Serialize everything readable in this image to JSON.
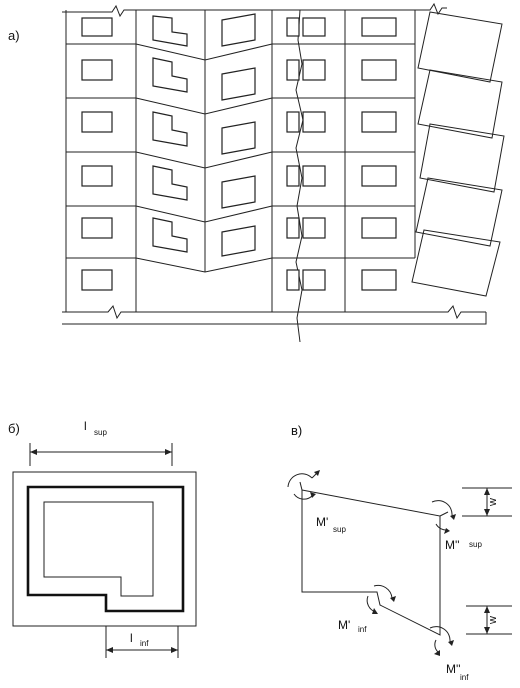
{
  "panel_a": {
    "label": "а)"
  },
  "panel_b": {
    "label": "б)",
    "dim_top": {
      "main": "l",
      "sub": "sup"
    },
    "dim_bottom": {
      "main": "l",
      "sub": "inf"
    }
  },
  "panel_v": {
    "label": "в)",
    "dim_upper": "w",
    "dim_lower": "w",
    "m1_sup": {
      "main": "M'",
      "sub": "sup"
    },
    "m2_sup": {
      "main": "M''",
      "sub": "sup"
    },
    "m1_inf": {
      "main": "M'",
      "sub": "inf"
    },
    "m2_inf": {
      "main": "M''",
      "sub": "inf"
    }
  }
}
